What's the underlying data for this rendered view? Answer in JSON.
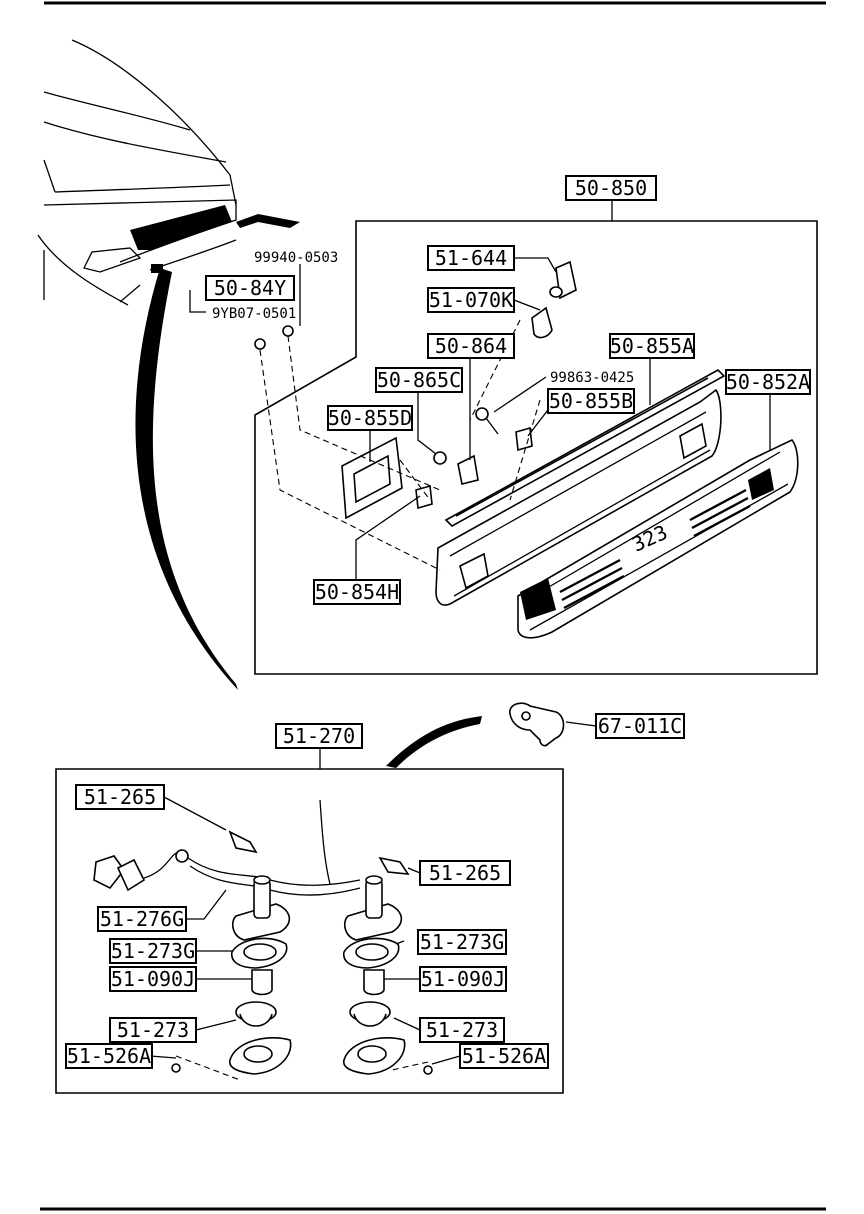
{
  "callouts": {
    "p50_850": "50-850",
    "p51_644": "51-644",
    "p51_070K": "51-070K",
    "p50_864": "50-864",
    "p50_855A": "50-855A",
    "p50_865C": "50-865C",
    "p99863_0425": "99863-0425",
    "p50_852A": "50-852A",
    "p50_855B": "50-855B",
    "p50_855D": "50-855D",
    "p50_854H": "50-854H",
    "p99940_0503": "99940-0503",
    "p50_84Y": "50-84Y",
    "p9YB07_0501": "9YB07-0501",
    "p67_011C": "67-011C",
    "p51_270": "51-270",
    "p51_265_left": "51-265",
    "p51_265_right": "51-265",
    "p51_276G": "51-276G",
    "p51_273G_left": "51-273G",
    "p51_273G_right": "51-273G",
    "p51_090J_left": "51-090J",
    "p51_090J_right": "51-090J",
    "p51_273_left": "51-273",
    "p51_273_right": "51-273",
    "p51_526A_left": "51-526A",
    "p51_526A_right": "51-526A"
  },
  "garnish_text": "323"
}
